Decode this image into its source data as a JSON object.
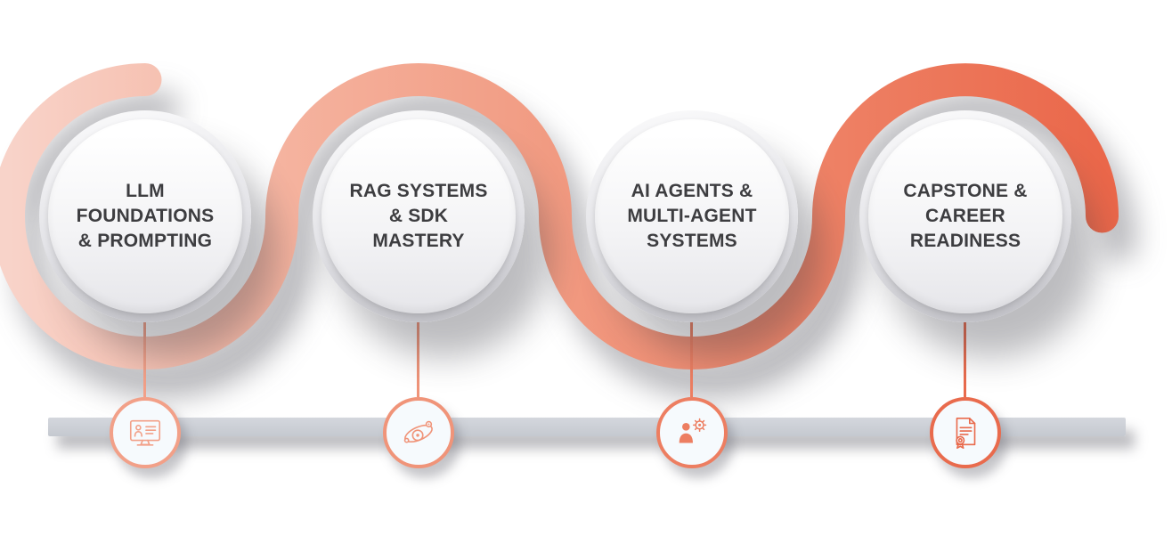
{
  "diagram": {
    "type": "roadmap-timeline",
    "ribbon_gradient": [
      "#f8d3c9",
      "#f5b39f",
      "#f19a81",
      "#ee8165",
      "#ea674a"
    ],
    "timeline_bar_color": "#c9cdd4",
    "stages": [
      {
        "title": "LLM\nFOUNDATIONS\n& PROMPTING",
        "icon": "monitor-presentation-icon",
        "accent": "#f2a088"
      },
      {
        "title": "RAG SYSTEMS\n& SDK\nMASTERY",
        "icon": "ai-orbit-icon",
        "accent": "#f09479"
      },
      {
        "title": "AI AGENTS &\nMULTI-AGENT\nSYSTEMS",
        "icon": "person-gear-icon",
        "accent": "#ed7e61"
      },
      {
        "title": "CAPSTONE &\nCAREER\nREADINESS",
        "icon": "certificate-icon",
        "accent": "#e96b4d"
      }
    ]
  }
}
